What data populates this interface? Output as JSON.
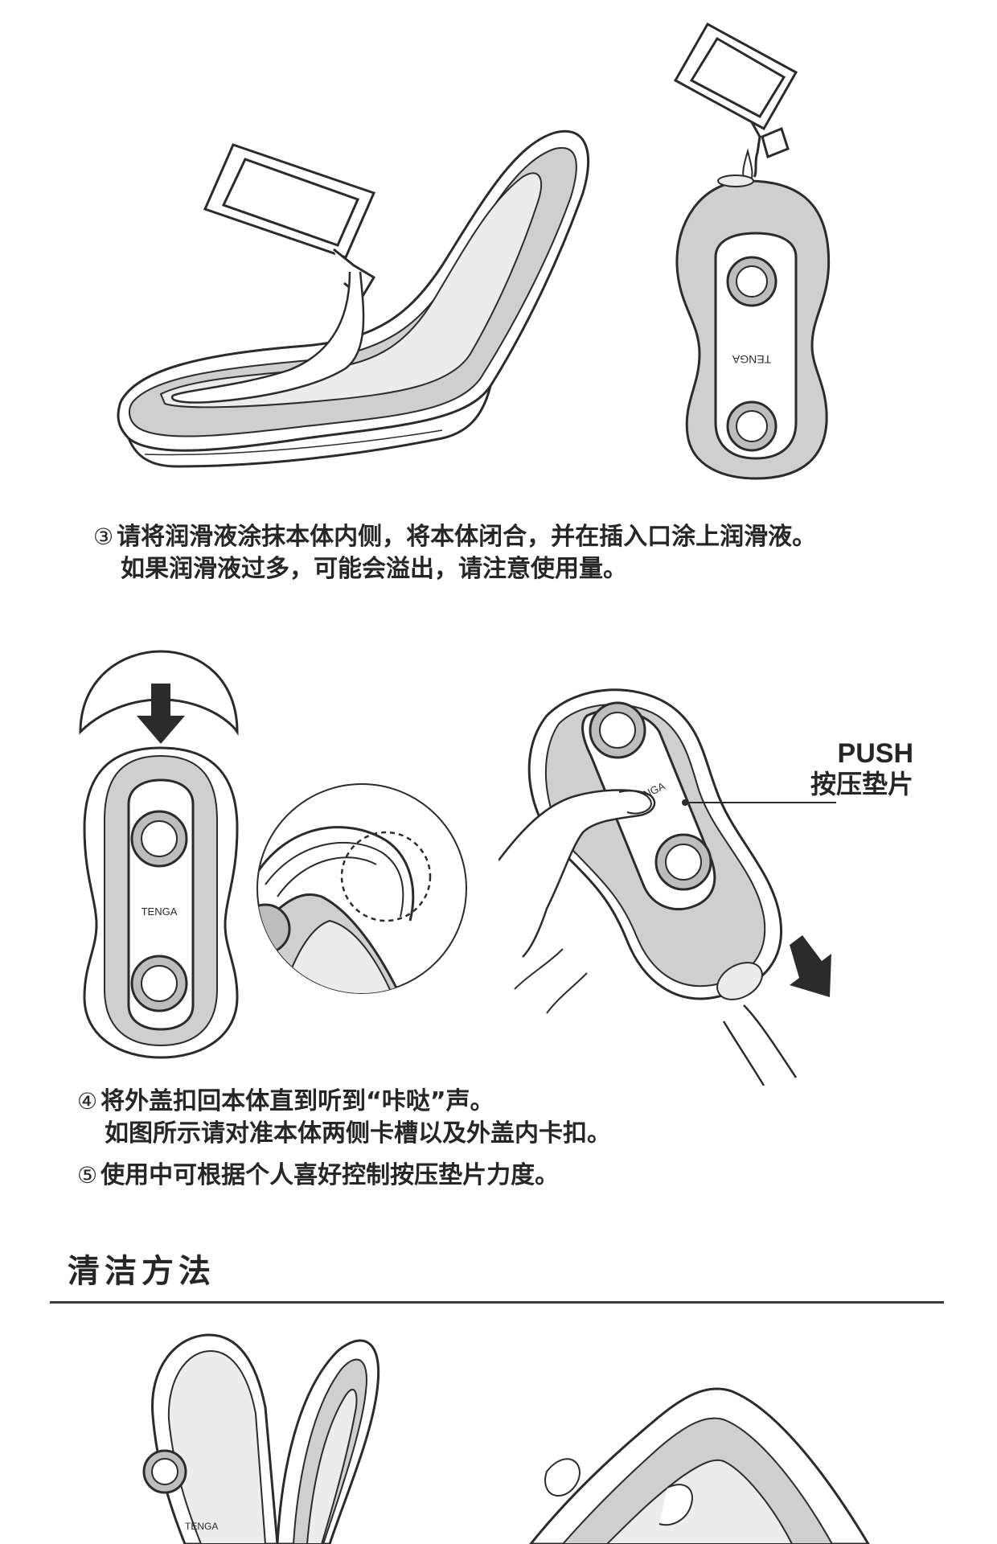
{
  "colors": {
    "stroke": "#2b2b2b",
    "fill_gray": "#cfcfcf",
    "fill_light": "#ececec",
    "text": "#262626"
  },
  "steps": {
    "s3": {
      "num": "③",
      "line1": "请将润滑液涂抹本体内侧，将本体闭合，并在插入口涂上润滑液。",
      "line2": "如果润滑液过多，可能会溢出，请注意使用量。"
    },
    "s4": {
      "num": "④",
      "line1": "将外盖扣回本体直到听到“咔哒”声。",
      "line2": "如图所示请对准本体两侧卡槽以及外盖内卡扣。"
    },
    "s5": {
      "num": "⑤",
      "line1": "使用中可根据个人喜好控制按压垫片力度。"
    }
  },
  "push_label": {
    "en": "PUSH",
    "cn": "按压垫片"
  },
  "brand_logo": "TENGA",
  "section": {
    "title": "清洁方法"
  },
  "icons": [
    "lubricant-sachet-icon",
    "arrow-down-icon",
    "arrow-down-right-icon",
    "zoom-circle-icon"
  ]
}
